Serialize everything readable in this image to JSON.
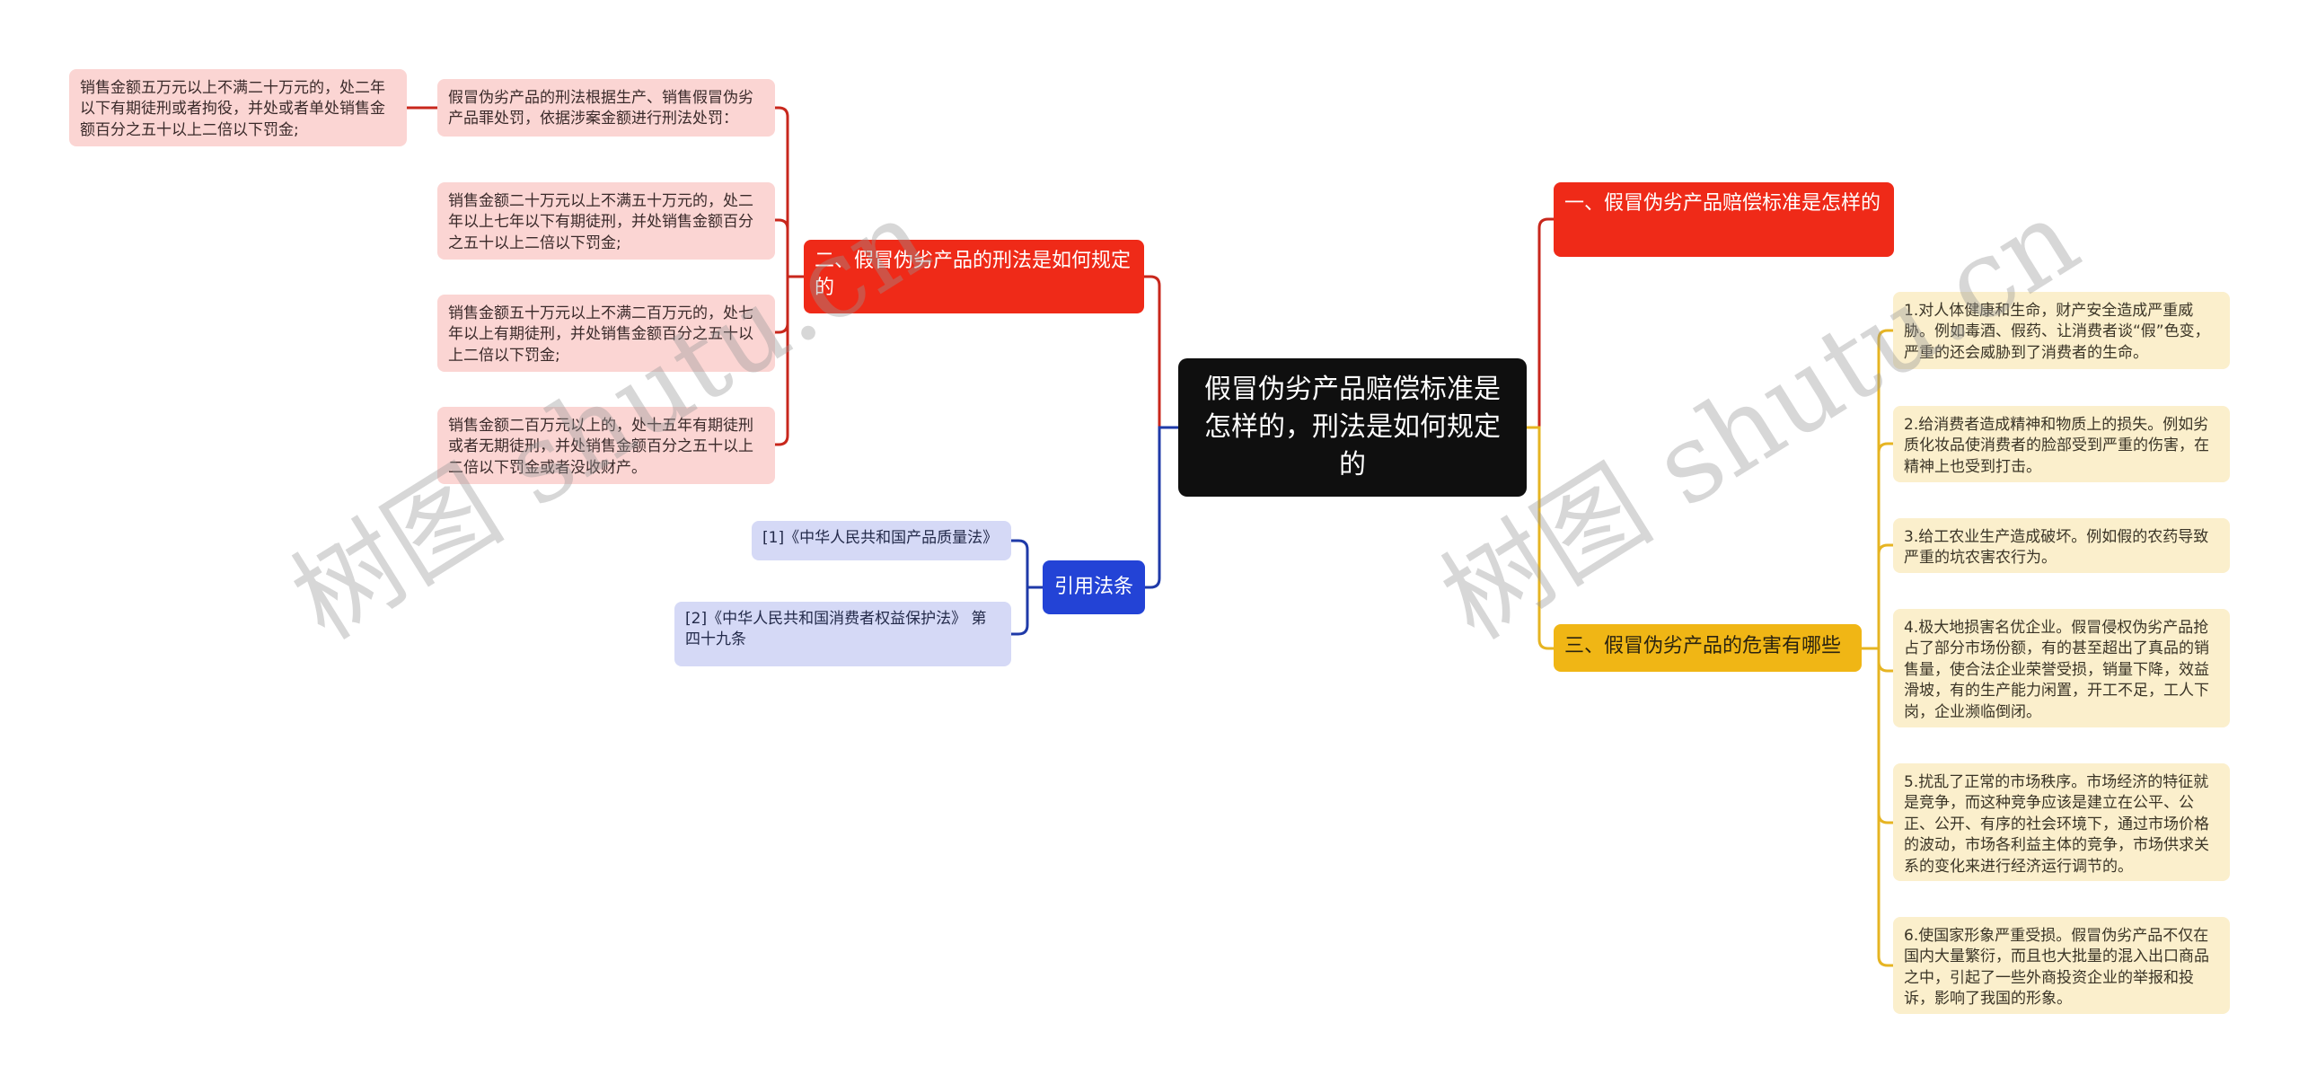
{
  "watermark": {
    "text": "树图 shutu.cn"
  },
  "colors": {
    "root_bg": "#0f0f0f",
    "branch_red": "#ef2a18",
    "branch_yellow": "#f0b615",
    "branch_blue": "#2343d6",
    "leaf_red_bg": "#fbd5d3",
    "leaf_yellow_bg": "#fbefcc",
    "leaf_blue_bg": "#d5d9f6",
    "line_red": "#c8271c",
    "line_yellow": "#e6b422",
    "line_blue": "#1f3aa8"
  },
  "root": {
    "label": "假冒伪劣产品赔偿标准是怎样的，刑法是如何规定的"
  },
  "branches": {
    "penalty": {
      "label": "二、假冒伪劣产品的刑法是如何规定的",
      "children": [
        {
          "label": "假冒伪劣产品的刑法根据生产、销售假冒伪劣产品罪处罚，依据涉案金额进行刑法处罚：",
          "children": [
            {
              "label": "销售金额五万元以上不满二十万元的，处二年以下有期徒刑或者拘役，并处或者单处销售金额百分之五十以上二倍以下罚金;"
            }
          ]
        },
        {
          "label": "销售金额二十万元以上不满五十万元的，处二年以上七年以下有期徒刑，并处销售金额百分之五十以上二倍以下罚金;"
        },
        {
          "label": "销售金额五十万元以上不满二百万元的，处七年以上有期徒刑，并处销售金额百分之五十以上二倍以下罚金;"
        },
        {
          "label": "销售金额二百万元以上的，处十五年有期徒刑或者无期徒刑，并处销售金额百分之五十以上二倍以下罚金或者没收财产。"
        }
      ]
    },
    "citations": {
      "label": "引用法条",
      "children": [
        {
          "label": "[1]《中华人民共和国产品质量法》"
        },
        {
          "label": "[2]《中华人民共和国消费者权益保护法》 第四十九条"
        }
      ]
    },
    "compensation": {
      "label": "一、假冒伪劣产品赔偿标准是怎样的"
    },
    "harms": {
      "label": "三、假冒伪劣产品的危害有哪些",
      "children": [
        {
          "label": "1.对人体健康和生命，财产安全造成严重威胁。例如毒酒、假药、让消费者谈“假”色变，严重的还会威胁到了消费者的生命。"
        },
        {
          "label": "2.给消费者造成精神和物质上的损失。例如劣质化妆品使消费者的脸部受到严重的伤害，在精神上也受到打击。"
        },
        {
          "label": "3.给工农业生产造成破坏。例如假的农药导致严重的坑农害农行为。"
        },
        {
          "label": "4.极大地损害名优企业。假冒侵权伪劣产品抢占了部分市场份额，有的甚至超出了真品的销售量，使合法企业荣誉受损，销量下降，效益滑坡，有的生产能力闲置，开工不足，工人下岗，企业濒临倒闭。"
        },
        {
          "label": "5.扰乱了正常的市场秩序。市场经济的特征就是竞争，而这种竞争应该是建立在公平、公正、公开、有序的社会环境下，通过市场价格的波动，市场各利益主体的竞争，市场供求关系的变化来进行经济运行调节的。"
        },
        {
          "label": "6.使国家形象严重受损。假冒伪劣产品不仅在国内大量繁衍，而且也大批量的混入出口商品之中，引起了一些外商投资企业的举报和投诉，影响了我国的形象。"
        }
      ]
    }
  }
}
